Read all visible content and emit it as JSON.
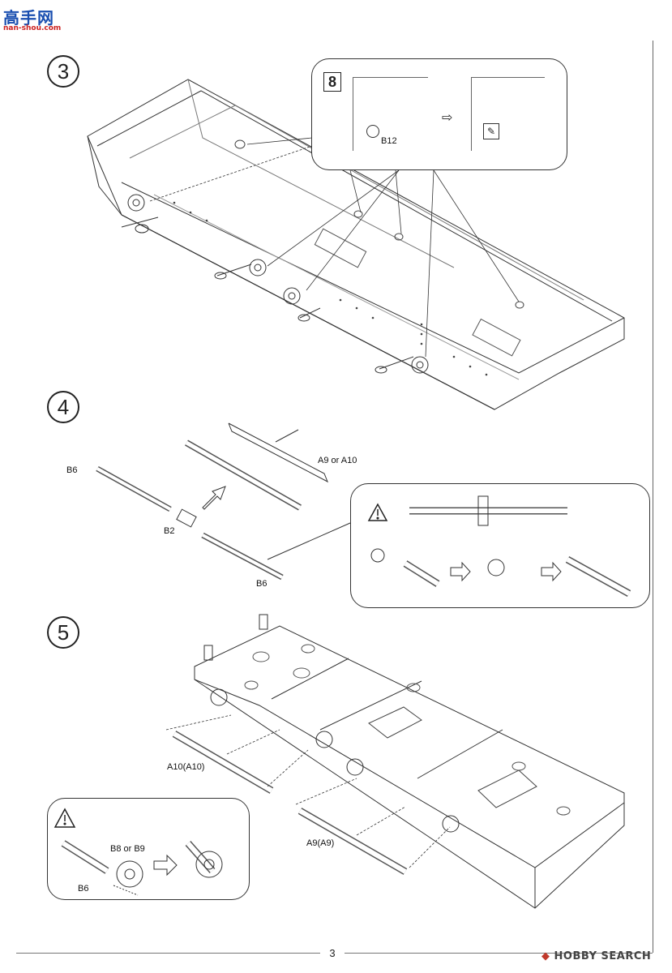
{
  "watermark": {
    "logo_text": "高手网",
    "url": "nan-shou.com"
  },
  "steps": [
    {
      "number": "3",
      "callout": {
        "badge": "8",
        "part_label": "B12"
      }
    },
    {
      "number": "4",
      "labels": {
        "b6_top": "B6",
        "b2": "B2",
        "b6_bottom": "B6",
        "a9_a10": "A9  or  A10"
      }
    },
    {
      "number": "5",
      "labels": {
        "a10": "A10(A10)",
        "a9": "A9(A9)"
      },
      "callout": {
        "b8_b9": "B8 or B9",
        "b6": "B6"
      }
    }
  ],
  "footer": {
    "page_number": "3",
    "brand": "HOBBY SEARCH"
  }
}
